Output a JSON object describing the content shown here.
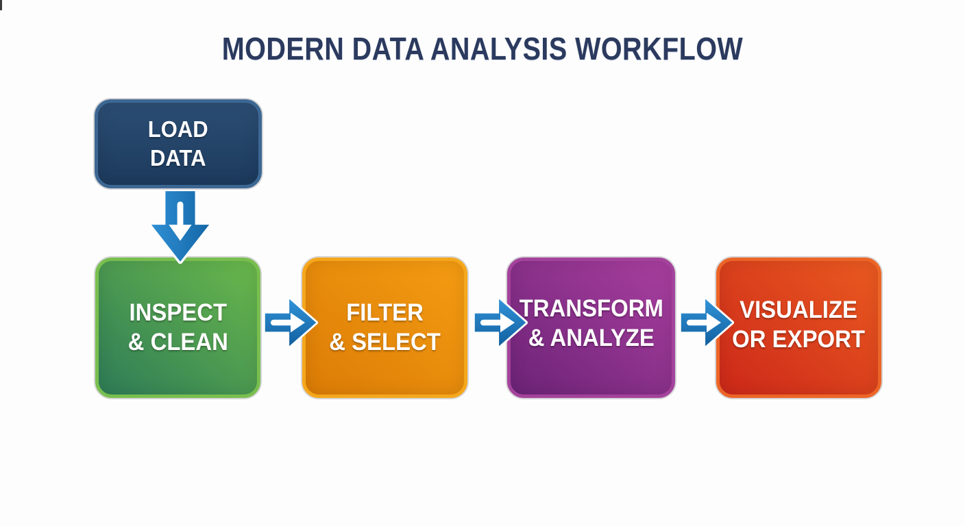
{
  "title": {
    "text": "MODERN DATA ANALYSIS WORKFLOW",
    "color": "#2b3a5e"
  },
  "background_color": "#fdfdfd",
  "diagram": {
    "type": "flowchart",
    "source_box": {
      "id": "load-data",
      "line1": "LOAD",
      "line2": "DATA",
      "fill_light": "#2c4e74",
      "fill_dark": "#1c3a5d",
      "border": "#3d6793",
      "text_color": "#ffffff"
    },
    "steps": [
      {
        "id": "inspect-clean",
        "line1": "INSPECT",
        "line2": "& CLEAN",
        "fill_light": "#6ab84b",
        "fill_dark": "#2e7c57",
        "border": "#79be4f",
        "text_color": "#ffffff"
      },
      {
        "id": "filter-select",
        "line1": "FILTER",
        "line2": "& SELECT",
        "fill_light": "#f49c12",
        "fill_dark": "#dc7c06",
        "border": "#f5a71c",
        "text_color": "#ffffff"
      },
      {
        "id": "transform-analyze",
        "line1": "TRANSFORM",
        "line2": "& ANALYZE",
        "fill_light": "#a93f9f",
        "fill_dark": "#6c2377",
        "border": "#a4439b",
        "text_color": "#ffffff"
      },
      {
        "id": "visualize-export",
        "line1": "VISUALIZE",
        "line2": "OR EXPORT",
        "fill_light": "#ea5a20",
        "fill_dark": "#cc2819",
        "border": "#ec6527",
        "text_color": "#ffffff"
      }
    ],
    "arrows": {
      "down_icon": "down-block-arrow",
      "right_icon": "right-block-arrow",
      "fill_light": "#3293d8",
      "fill_dark": "#11609f",
      "outline_color": "#ffffff",
      "glyph_color": "#ffffff"
    }
  }
}
